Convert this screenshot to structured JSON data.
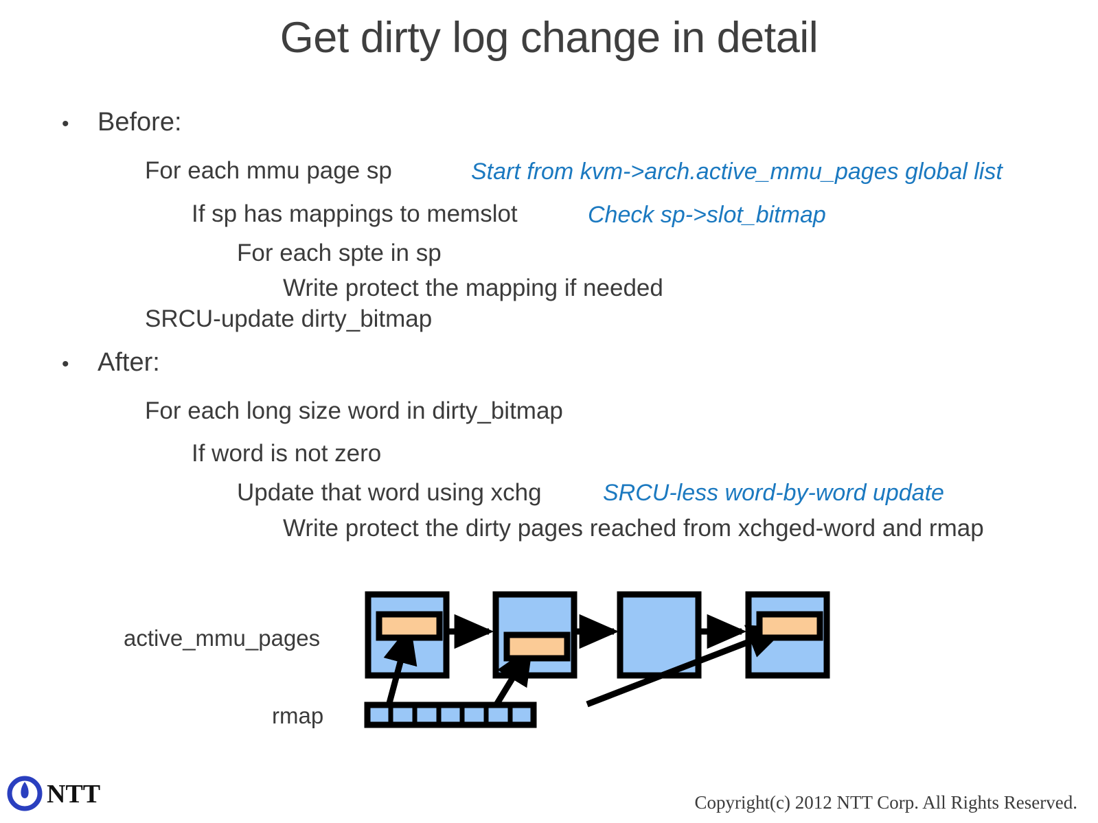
{
  "slide": {
    "title": "Get dirty log change in detail",
    "title_color": "#3f3f3f",
    "note_color": "#1b79c0",
    "text_color": "#3b3b3b",
    "background": "#ffffff"
  },
  "outline": {
    "before": {
      "bullet_glyph": "•",
      "label": "Before:",
      "lines": [
        {
          "text": "For each mmu page sp",
          "note": "Start from kvm->arch.active_mmu_pages global list"
        },
        {
          "text": "If sp has mappings to memslot",
          "note": "Check sp->slot_bitmap"
        },
        {
          "text": "For each spte in sp",
          "note": ""
        },
        {
          "text": "Write protect the mapping if needed",
          "note": ""
        },
        {
          "text": "SRCU-update dirty_bitmap",
          "note": ""
        }
      ]
    },
    "after": {
      "bullet_glyph": "•",
      "label": "After:",
      "lines": [
        {
          "text": "For each long size word in dirty_bitmap",
          "note": ""
        },
        {
          "text": "If word is not zero",
          "note": ""
        },
        {
          "text": "Update that word using xchg",
          "note": "SRCU-less word-by-word update"
        },
        {
          "text": "Write protect the dirty pages reached from xchged-word and rmap",
          "note": ""
        }
      ]
    }
  },
  "diagram": {
    "labels": {
      "active_mmu_pages": "active_mmu_pages",
      "rmap": "rmap"
    },
    "colors": {
      "page_fill": "#9ac7f7",
      "slot_fill": "#fbcb96",
      "stroke": "#000000"
    },
    "rmap_cells": 7,
    "pages": [
      {
        "has_slot": true,
        "slot_position": "upper"
      },
      {
        "has_slot": true,
        "slot_position": "lower"
      },
      {
        "has_slot": false,
        "slot_position": "none"
      },
      {
        "has_slot": true,
        "slot_position": "upper"
      }
    ]
  },
  "footer": {
    "copyright": "Copyright(c) 2012 NTT Corp. All Rights Reserved.",
    "logo_text": "NTT",
    "logo_color": "#2a3fbf"
  }
}
